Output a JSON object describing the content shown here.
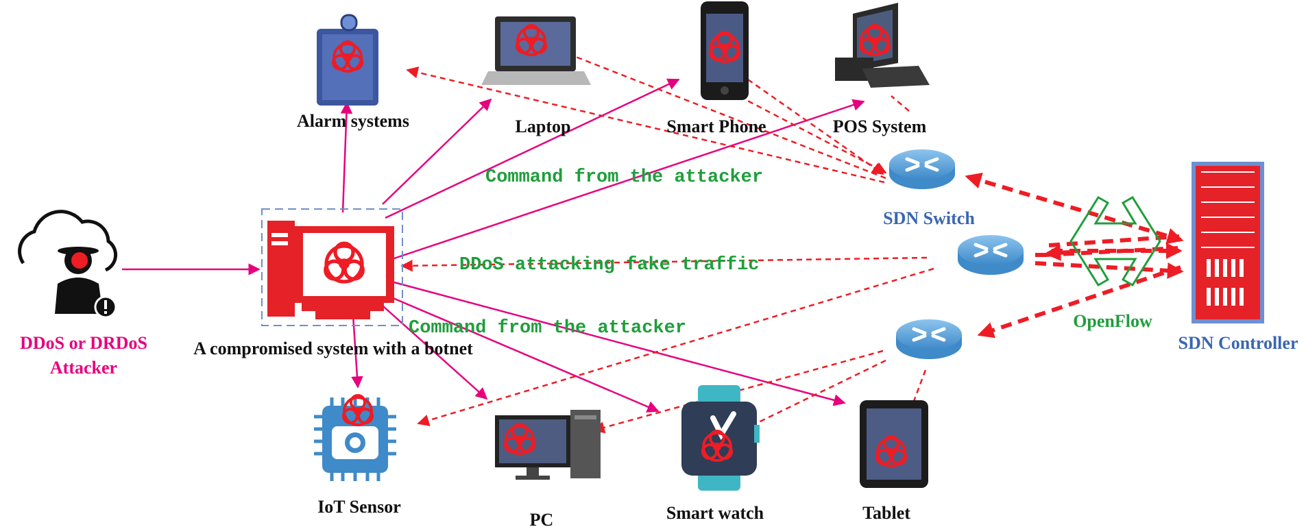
{
  "labels": {
    "attacker_line1": "DDoS or DRDoS",
    "attacker_line2": "Attacker",
    "compromised": "A compromised system with a botnet",
    "alarm": "Alarm systems",
    "laptop": "Laptop",
    "phone": "Smart Phone",
    "pos": "POS System",
    "sdn_switch": "SDN Switch",
    "openflow": "OpenFlow",
    "sdn_controller": "SDN Controller",
    "iot": "IoT Sensor",
    "pc": "PC",
    "watch": "Smart watch",
    "tablet": "Tablet"
  },
  "messages": {
    "command_top": "Command from the attacker",
    "ddos": "DDoS attacking fake traffic",
    "command_bottom": "Command from the attacker"
  },
  "colors": {
    "magenta": "#e6007e",
    "red": "#ee1c25",
    "green": "#1f9e3c",
    "blue_label": "#3a66b0",
    "switch_blue": "#5aa3dc"
  }
}
